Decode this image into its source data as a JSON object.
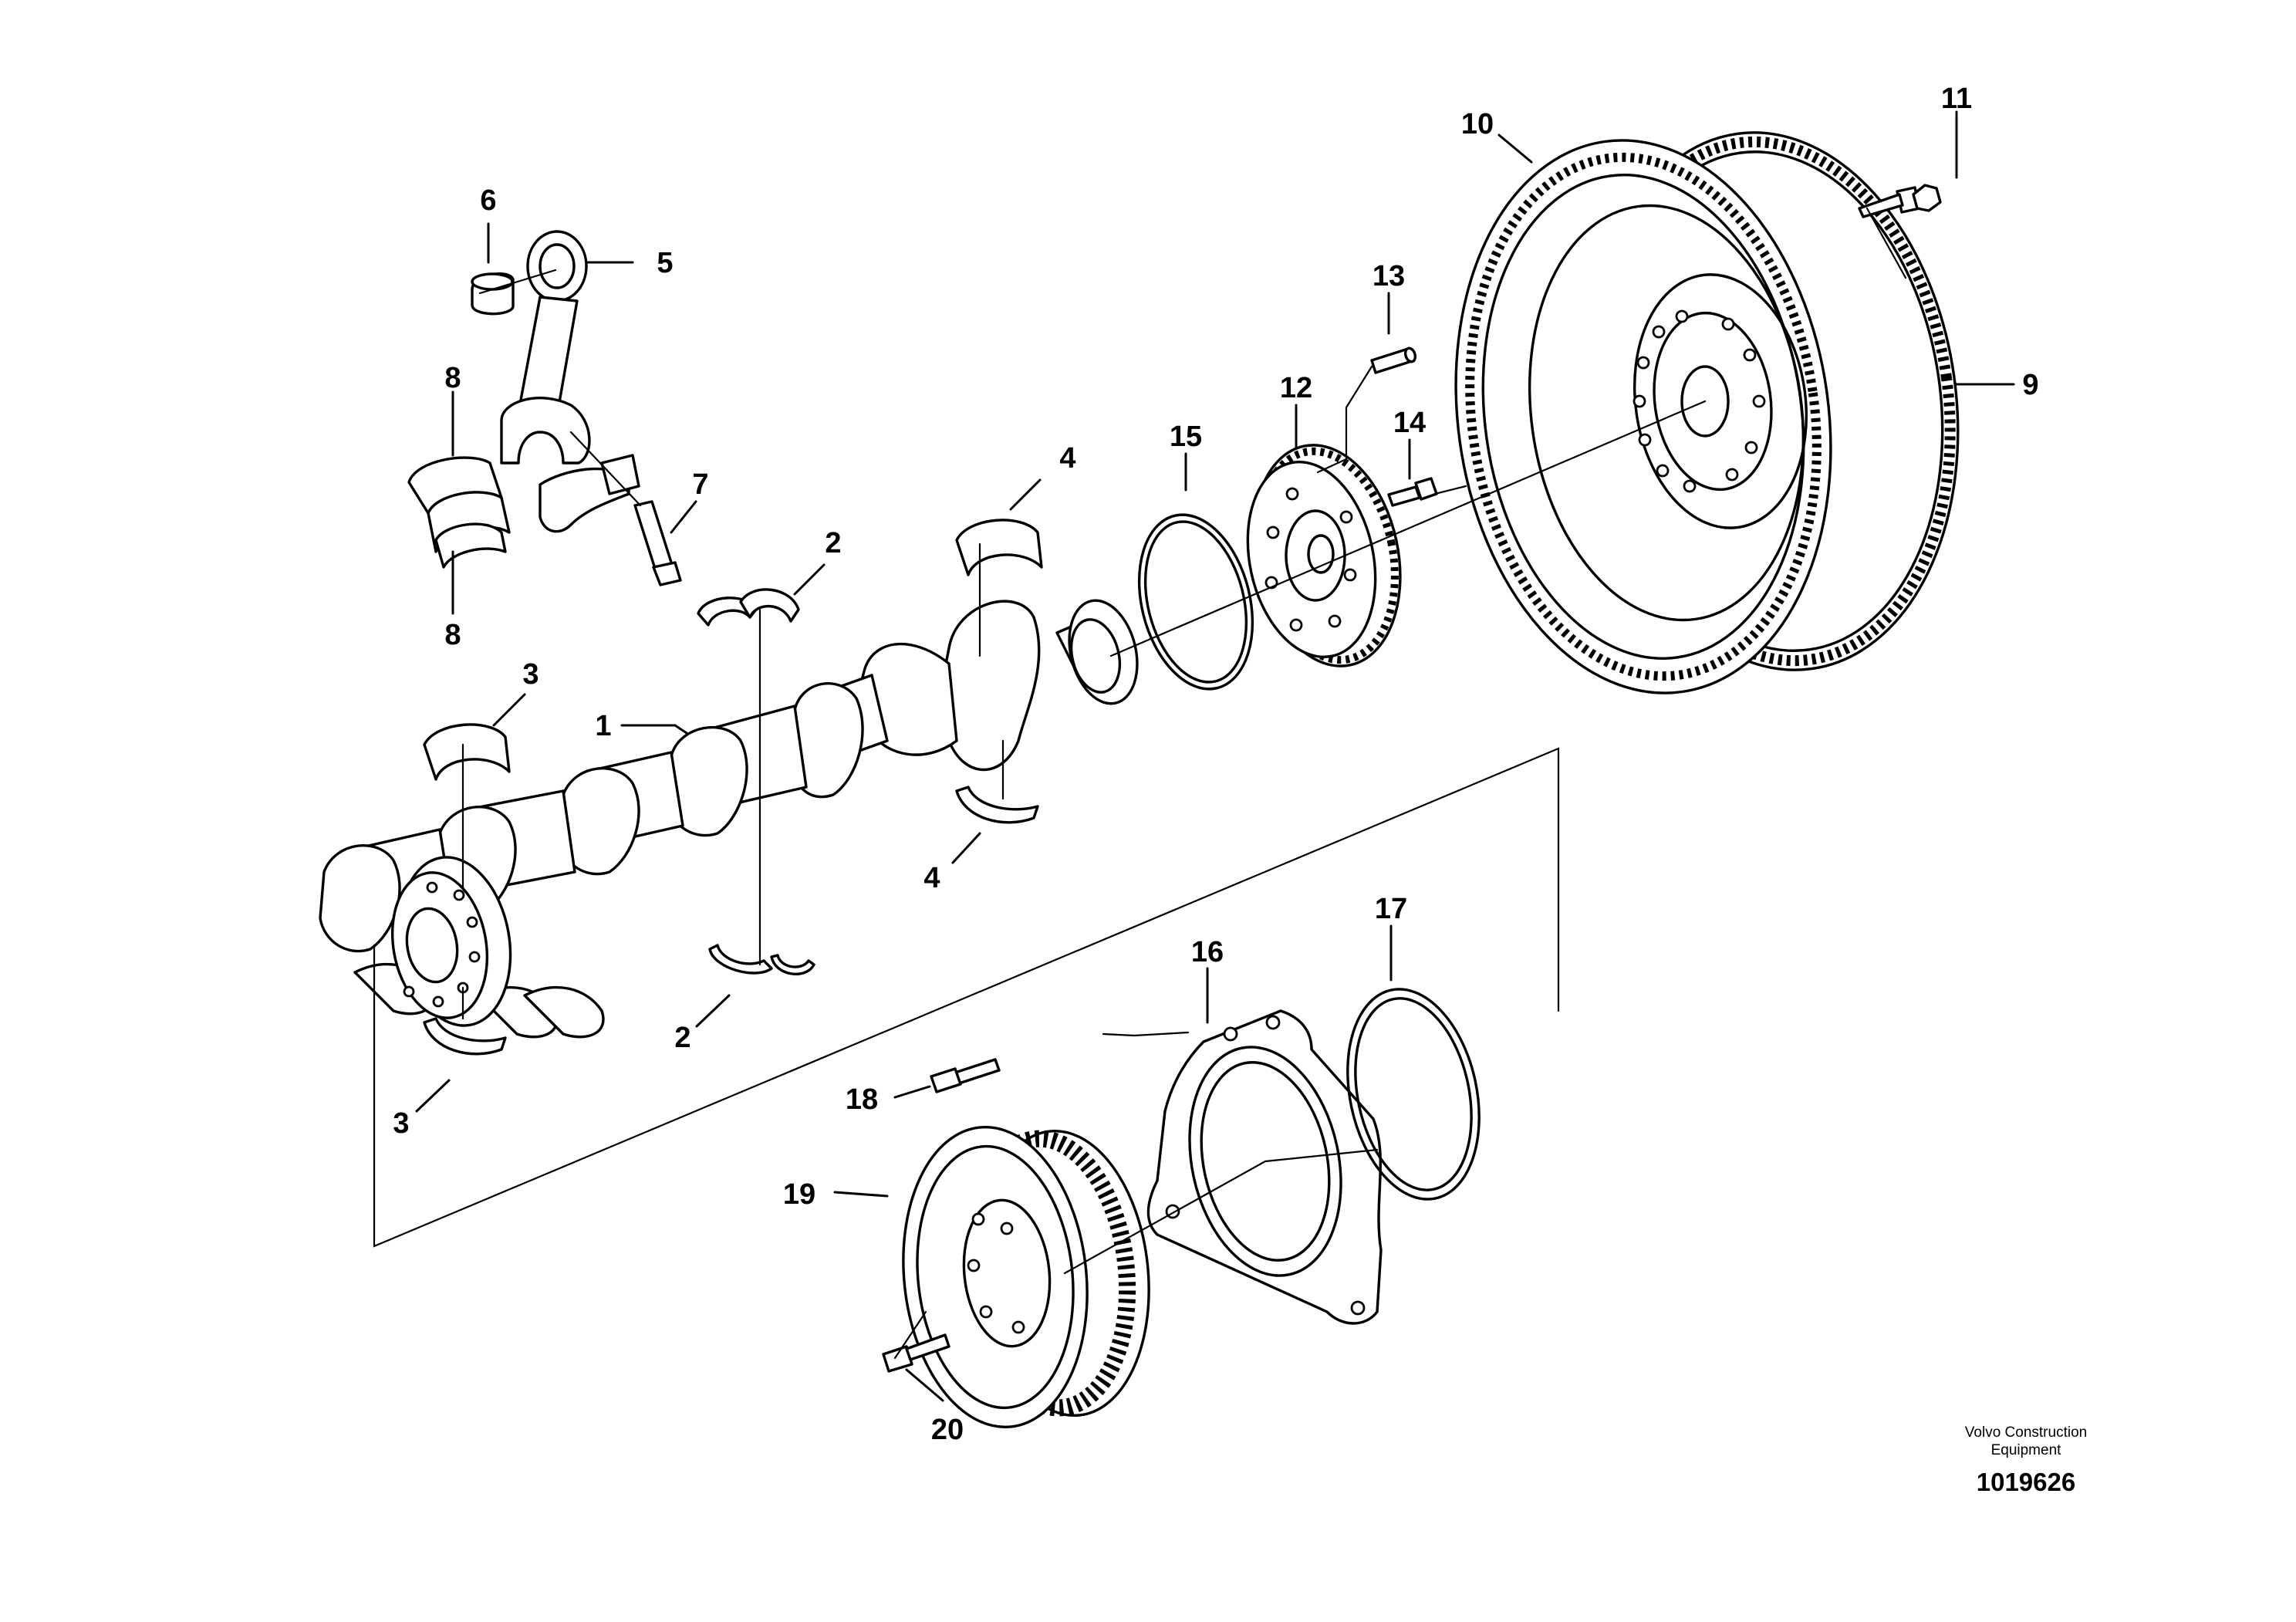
{
  "callouts": {
    "c1": "1",
    "c2a": "2",
    "c2b": "2",
    "c3a": "3",
    "c3b": "3",
    "c4a": "4",
    "c4b": "4",
    "c5": "5",
    "c6": "6",
    "c7": "7",
    "c8a": "8",
    "c8b": "8",
    "c9": "9",
    "c10": "10",
    "c11": "11",
    "c12": "12",
    "c13": "13",
    "c14": "14",
    "c15": "15",
    "c16": "16",
    "c17": "17",
    "c18": "18",
    "c19": "19",
    "c20": "20"
  },
  "branding": {
    "line1": "Volvo Construction",
    "line2": "Equipment",
    "document_number": "1019626"
  }
}
